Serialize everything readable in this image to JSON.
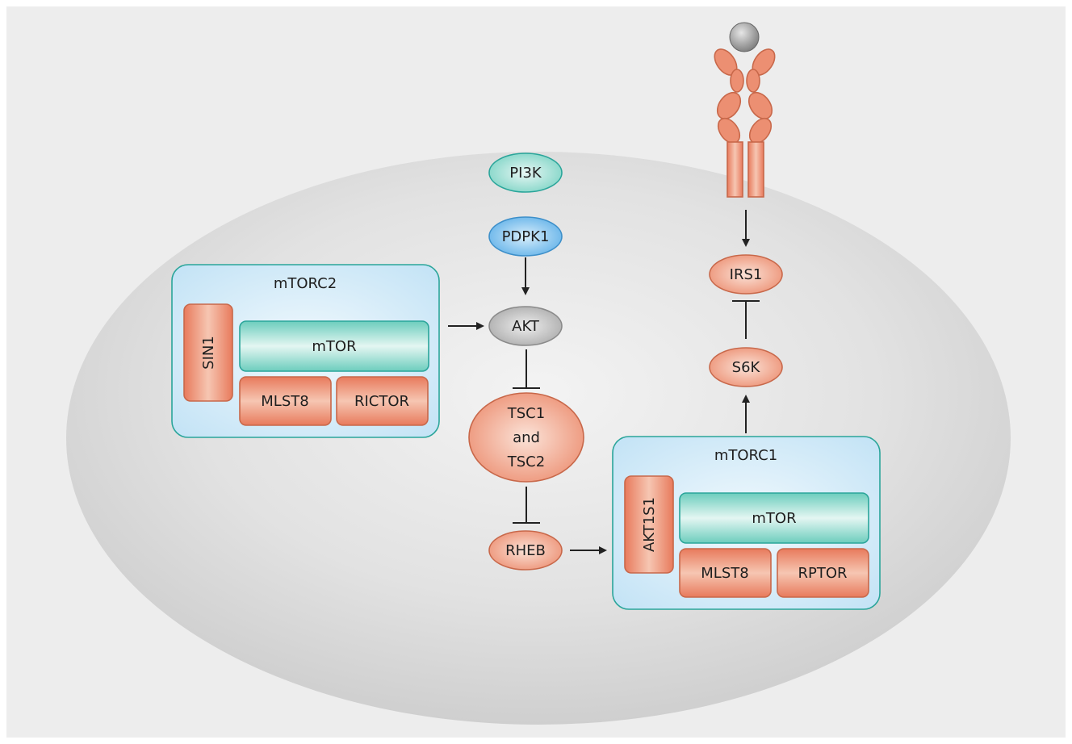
{
  "nodes": {
    "pi3k": "PI3K",
    "pdpk1": "PDPK1",
    "akt": "AKT",
    "tsc_line1": "TSC1",
    "tsc_line2": "and",
    "tsc_line3": "TSC2",
    "rheb": "RHEB",
    "irs1": "IRS1",
    "s6k": "S6K"
  },
  "mtorc2": {
    "title": "mTORC2",
    "sin1": "SIN1",
    "mtor": "mTOR",
    "mlst8": "MLST8",
    "rictor": "RICTOR"
  },
  "mtorc1": {
    "title": "mTORC1",
    "akt1s1": "AKT1S1",
    "mtor": "mTOR",
    "mlst8": "MLST8",
    "rptor": "RPTOR"
  },
  "colors": {
    "orange": "#ea8a6e",
    "teal": "#7fd3c6",
    "blue": "#66b6ea",
    "gray": "#b8b8b8",
    "complex_bg": "#c9e6f7"
  }
}
